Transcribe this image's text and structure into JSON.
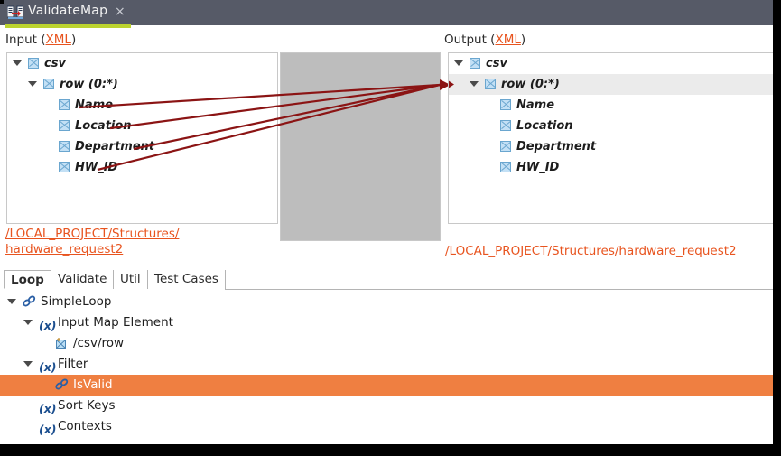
{
  "window": {
    "tab_title": "ValidateMap",
    "tab_close": "×",
    "accent_underline_color": "#bcd32f",
    "titlebar_color": "#565a67"
  },
  "input_panel": {
    "header_text": "Input (",
    "header_link": "XML",
    "header_tail": ")",
    "path_line1": "/LOCAL_PROJECT/Structures/",
    "path_line2": "hardware_request2",
    "tree": [
      {
        "label": "csv",
        "depth": 0,
        "twisty": "open",
        "icon": "xml-element-icon"
      },
      {
        "label": "row (0:*)",
        "depth": 1,
        "twisty": "open",
        "icon": "xml-element-icon"
      },
      {
        "label": "Name",
        "depth": 2,
        "twisty": "none",
        "icon": "xml-element-icon"
      },
      {
        "label": "Location",
        "depth": 2,
        "twisty": "none",
        "icon": "xml-element-icon"
      },
      {
        "label": "Department",
        "depth": 2,
        "twisty": "none",
        "icon": "xml-element-icon"
      },
      {
        "label": "HW_ID",
        "depth": 2,
        "twisty": "none",
        "icon": "xml-element-icon"
      }
    ]
  },
  "output_panel": {
    "header_text": "Output (",
    "header_link": "XML",
    "header_tail": ")",
    "path_line1": "/LOCAL_PROJECT/Structures/hardware_request2",
    "tree": [
      {
        "label": "csv",
        "depth": 0,
        "twisty": "open",
        "icon": "xml-element-icon",
        "selected": false
      },
      {
        "label": "row (0:*)",
        "depth": 1,
        "twisty": "open",
        "icon": "xml-element-icon",
        "selected": true
      },
      {
        "label": "Name",
        "depth": 2,
        "twisty": "none",
        "icon": "xml-element-icon",
        "selected": false
      },
      {
        "label": "Location",
        "depth": 2,
        "twisty": "none",
        "icon": "xml-element-icon",
        "selected": false
      },
      {
        "label": "Department",
        "depth": 2,
        "twisty": "none",
        "icon": "xml-element-icon",
        "selected": false
      },
      {
        "label": "HW_ID",
        "depth": 2,
        "twisty": "none",
        "icon": "xml-element-icon",
        "selected": false
      }
    ]
  },
  "mapping": {
    "link_color": "#8b1414",
    "link_count": 4,
    "sources": [
      "Name",
      "Location",
      "Department",
      "HW_ID"
    ],
    "target": "row (0:*)"
  },
  "bottom": {
    "tabs": [
      {
        "label": "Loop",
        "active": true
      },
      {
        "label": "Validate",
        "active": false
      },
      {
        "label": "Util",
        "active": false
      },
      {
        "label": "Test Cases",
        "active": false
      }
    ],
    "selection_color": "#ef7f41",
    "tree": [
      {
        "label": "SimpleLoop",
        "depth": 0,
        "twisty": "open",
        "icon": "chain-link-icon",
        "selected": false
      },
      {
        "label": "Input Map Element",
        "depth": 1,
        "twisty": "open",
        "icon": "function-fx-icon",
        "selected": false
      },
      {
        "label": "/csv/row",
        "depth": 2,
        "twisty": "none",
        "icon": "map-element-icon",
        "selected": false
      },
      {
        "label": "Filter",
        "depth": 1,
        "twisty": "open",
        "icon": "function-fx-icon",
        "selected": false
      },
      {
        "label": "IsValid",
        "depth": 2,
        "twisty": "none",
        "icon": "chain-link-icon",
        "selected": true
      },
      {
        "label": "Sort Keys",
        "depth": 1,
        "twisty": "none",
        "icon": "function-fx-icon",
        "selected": false
      },
      {
        "label": "Contexts",
        "depth": 1,
        "twisty": "none",
        "icon": "function-fx-icon",
        "selected": false
      }
    ]
  }
}
